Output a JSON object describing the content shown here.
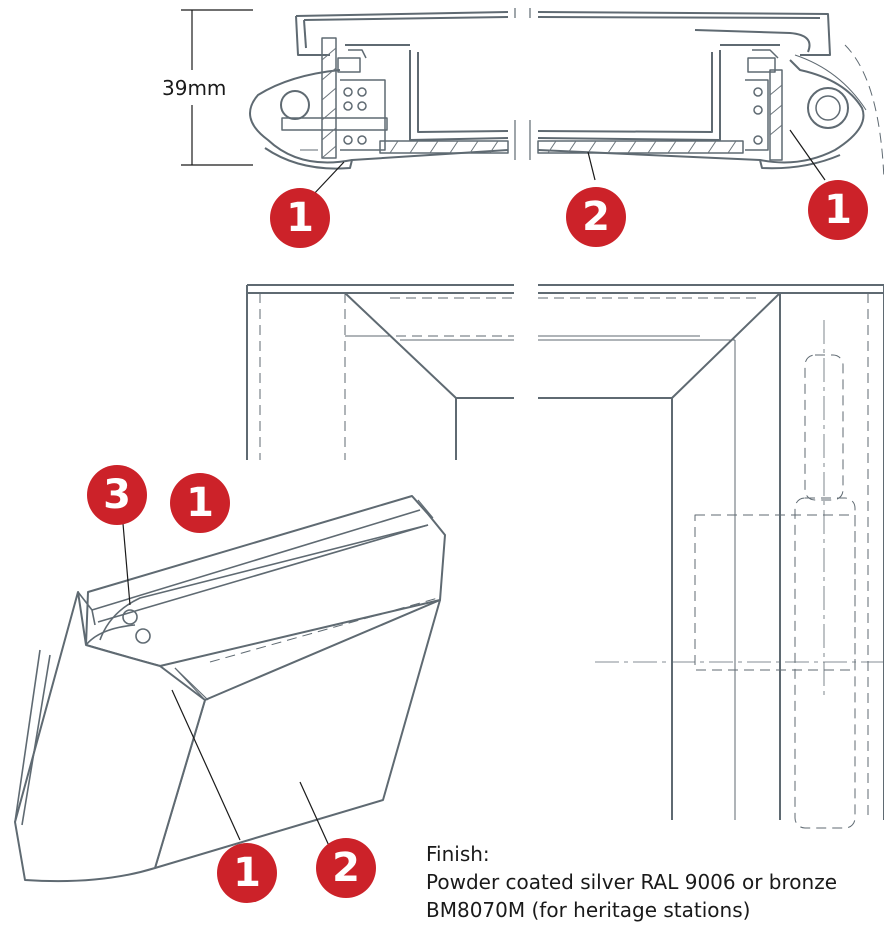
{
  "dimension": {
    "label": "39mm"
  },
  "callouts": {
    "top_left": "1",
    "top_middle": "2",
    "top_right": "1",
    "persp_screw": "3",
    "persp_top": "1",
    "persp_side": "1",
    "persp_panel": "2"
  },
  "finish": {
    "heading": "Finish:",
    "line1": "Powder coated silver RAL 9006 or bronze",
    "line2": "BM8070M (for heritage stations)"
  },
  "colors": {
    "callout": "#cc2229",
    "line": "#5f6a72",
    "ink": "#1a1a1a"
  }
}
